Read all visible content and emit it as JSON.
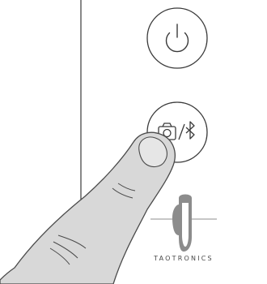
{
  "device": {
    "buttons": [
      {
        "name": "power-button",
        "icon": "power-icon"
      },
      {
        "name": "camera-bluetooth-button",
        "icon": "camera-bluetooth-icon"
      }
    ],
    "colors": {
      "outline": "#3a3a3a",
      "skin_fill": "#d8d8d8",
      "skin_stroke": "#4a4a4a",
      "logo": "#8c8c8c"
    }
  },
  "brand": {
    "logo_icon": "taotronics-logo-icon",
    "name": "TAOTRONICS"
  }
}
